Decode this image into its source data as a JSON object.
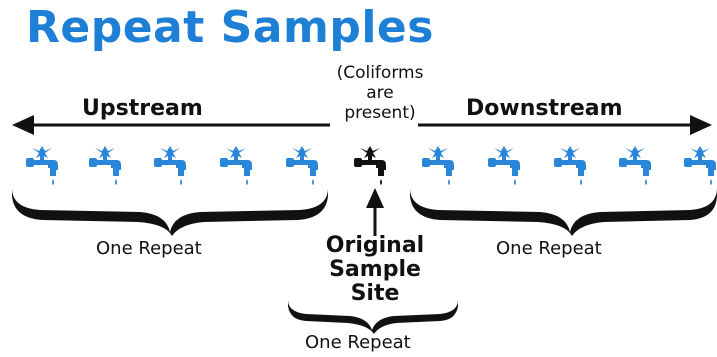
{
  "title": "Repeat Samples",
  "note_lines": [
    "(Coliforms",
    "are",
    "present)"
  ],
  "upstream_label": "Upstream",
  "downstream_label": "Downstream",
  "repeat_left_label": "One Repeat",
  "repeat_right_label": "One Repeat",
  "repeat_bottom_label": "One Repeat",
  "site_lines": [
    "Original",
    "Sample",
    "Site"
  ],
  "colors": {
    "title": "#1e7fd6",
    "faucet_blue": "#2a86d8",
    "faucet_black": "#111111",
    "ink": "#111111"
  },
  "icons": {
    "faucet": "faucet-icon",
    "original_faucet": "faucet-icon"
  }
}
